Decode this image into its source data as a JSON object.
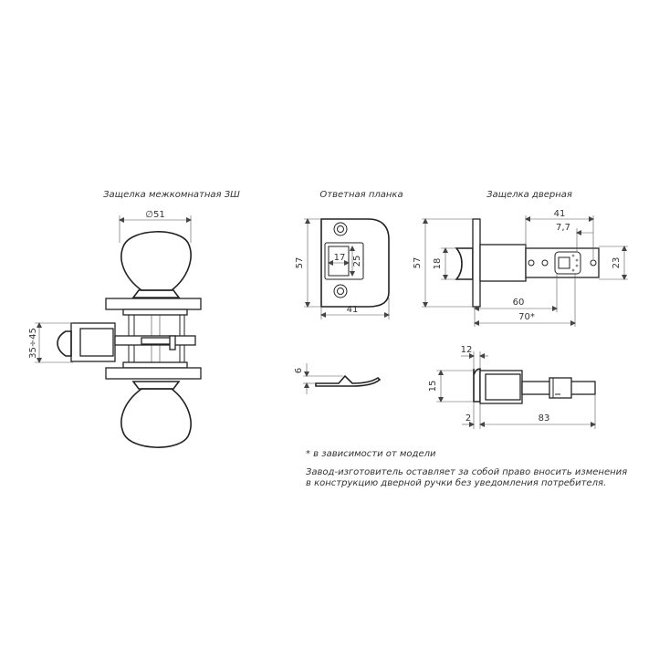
{
  "titles": {
    "interior_latch": "Защелка межкомнатная ЗШ",
    "strike_plate": "Ответная планка",
    "door_latch": "Защелка дверная"
  },
  "dimensions": {
    "knob_diameter": "∅51",
    "backset_range": "35÷45",
    "plate_height": "57",
    "plate_width": "41",
    "plate_hole_width": "17",
    "plate_hole_height": "25",
    "plate_depth": "6",
    "latch_face_height": "57",
    "latch_bolt_height": "18",
    "latch_41": "41",
    "latch_7_7": "7,7",
    "latch_23": "23",
    "latch_60": "60",
    "latch_70": "70*",
    "side_12": "12",
    "side_15": "15",
    "side_2": "2",
    "side_83": "83"
  },
  "notes": {
    "footnote": "* в зависимости от модели",
    "disclaimer_line1": "Завод-изготовитель оставляет за собой право вносить изменения",
    "disclaimer_line2": "в конструкцию дверной ручки без уведомления потребителя."
  }
}
